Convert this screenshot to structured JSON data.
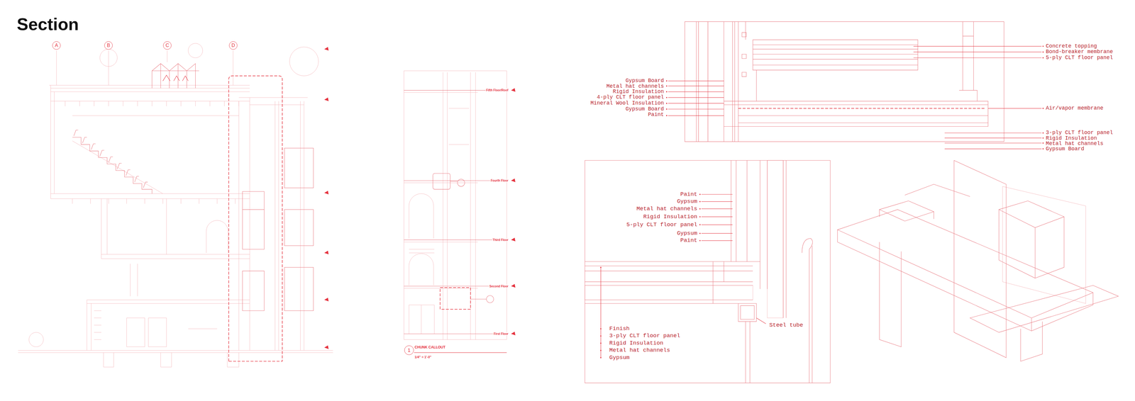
{
  "diagram": {
    "title": "Section",
    "nodes": [
      {
        "text": [
          "A"
        ]
      },
      {
        "text": [
          "B"
        ]
      },
      {
        "text": [
          "C"
        ]
      },
      {
        "text": [
          "D"
        ]
      },
      {
        "text": [
          "1"
        ]
      }
    ],
    "labels": [
      "Fifth Floor/Roof",
      "Fourth Floor",
      "Third Floor",
      "Second Floor",
      "First Floor",
      "CHUNK CALLOUT",
      "1/4\" = 1'-0\"",
      "Gypsum Board",
      "Metal hat channels",
      "Rigid Insulation",
      "4-ply CLT floor panel",
      "Mineral Wool Insulation",
      "Gypsum Board",
      "Paint",
      "Concrete topping",
      "Bond-breaker membrane",
      "5-ply CLT floor panel",
      "Air/vapor membrane",
      "3-ply CLT floor panel",
      "Rigid Insulation",
      "Metal hat channels",
      "Gypsum Board",
      "Paint",
      "Gypsum",
      "Metal hat channels",
      "Rigid Insulation",
      "5-ply CLT floor panel",
      "Gypsum",
      "Paint",
      "Finish",
      "3-ply CLT floor panel",
      "Rigid Insulation",
      "Metal hat channels",
      "Gypsum",
      "Steel tube"
    ]
  }
}
